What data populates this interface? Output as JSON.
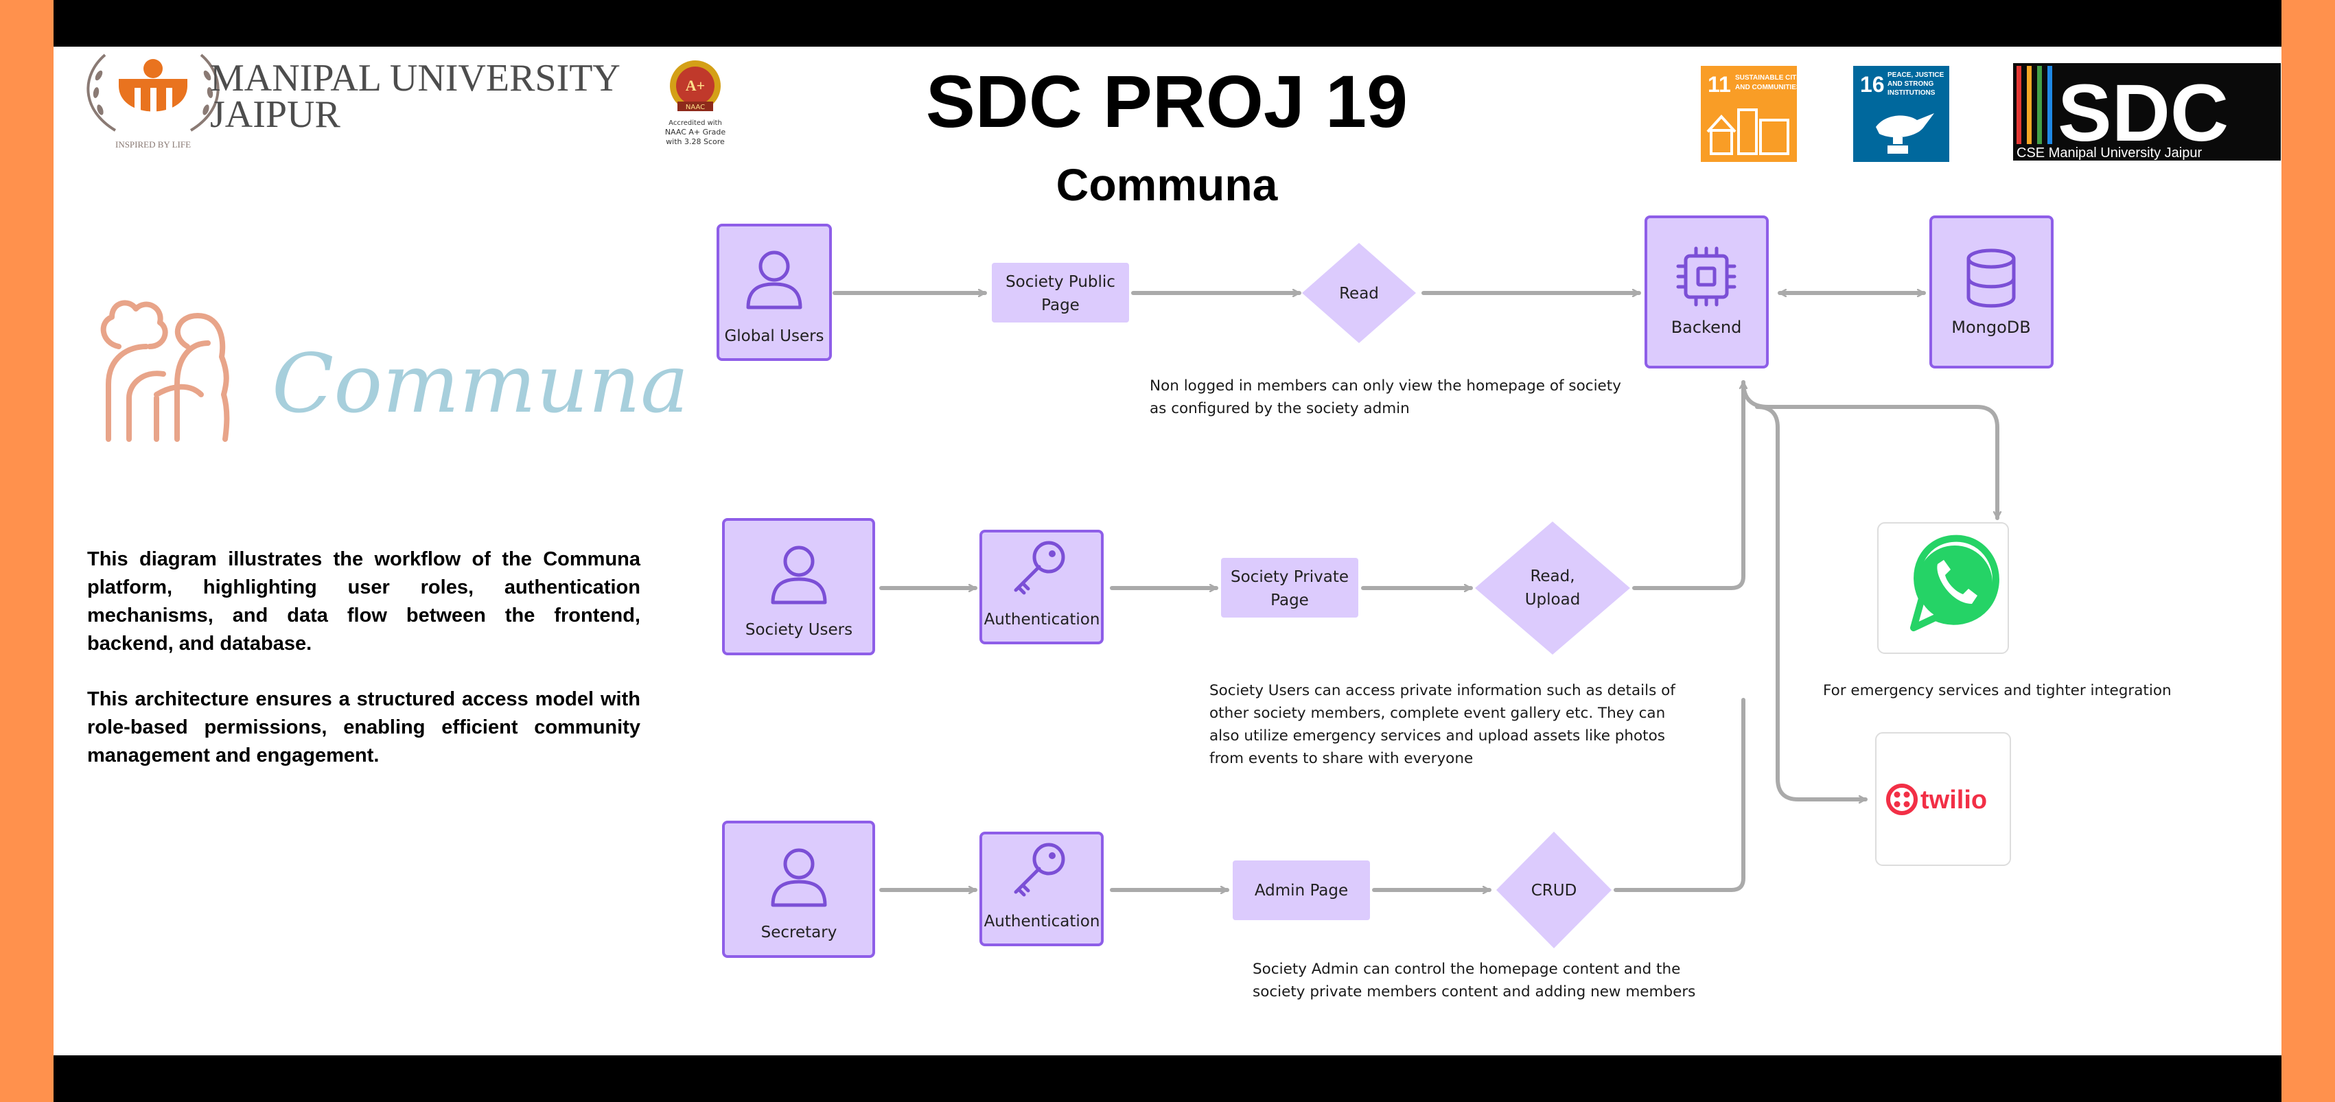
{
  "header": {
    "university_line1": "MANIPAL UNIVERSITY",
    "university_line2": "JAIPUR",
    "university_tagline": "INSPIRED BY LIFE",
    "naac_badge": "A+",
    "naac_ribbon": "NAAC",
    "naac_line1": "Accredited with",
    "naac_line2": "NAAC A+ Grade",
    "naac_line3": "with 3.28 Score",
    "title": "SDC PROJ 19",
    "subtitle": "Communa",
    "sdg11_number": "11",
    "sdg11_line1": "SUSTAINABLE CITIES",
    "sdg11_line2": "AND COMMUNITIES",
    "sdg16_number": "16",
    "sdg16_line1": "PEACE, JUSTICE",
    "sdg16_line2": "AND STRONG",
    "sdg16_line3": "INSTITUTIONS",
    "sdc_logo_text": "SDC",
    "sdc_caption": "CSE Manipal University Jaipur"
  },
  "brand": {
    "wordmark": "Communa"
  },
  "description": {
    "p1": "This diagram illustrates the workflow of the Communa platform, highlighting user roles, authentication mechanisms, and data flow between the frontend, backend, and database.",
    "p2": "This architecture ensures a structured access model with role-based permissions, enabling efficient community management and engagement."
  },
  "nodes": {
    "global_users": "Global Users",
    "society_public_page_l1": "Society Public",
    "society_public_page_l2": "Page",
    "read": "Read",
    "backend": "Backend",
    "mongodb": "MongoDB",
    "society_users": "Society Users",
    "authentication_1": "Authentication",
    "society_private_page_l1": "Society Private",
    "society_private_page_l2": "Page",
    "read_upload_l1": "Read,",
    "read_upload_l2": "Upload",
    "secretary": "Secretary",
    "authentication_2": "Authentication",
    "admin_page": "Admin Page",
    "crud": "CRUD",
    "twilio": "twilio"
  },
  "notes": {
    "global_l1": "Non logged in members can only view the homepage of society",
    "global_l2": "as configured by the society admin",
    "society_l1": "Society Users can access private information such as details of",
    "society_l2": "other society members, complete event gallery etc. They can",
    "society_l3": "also utilize emergency services and upload assets like photos",
    "society_l4": "from events to share with everyone",
    "admin_l1": "Society Admin can control the homepage content and the",
    "admin_l2": "society private members content and adding new members",
    "integration": "For emergency services and tighter integration"
  },
  "colors": {
    "accent_fill": "#dccbfd",
    "accent_border": "#8e5ee8",
    "icon_stroke": "#7b4fd6",
    "arrow": "#aaaaaa",
    "orange_frame": "#ff914d",
    "brand_peach": "#e8a489",
    "brand_blue": "#a7cfdc",
    "sdg11": "#f99d26",
    "sdg16": "#00689d",
    "whatsapp": "#25d366",
    "twilio": "#f22f46"
  }
}
